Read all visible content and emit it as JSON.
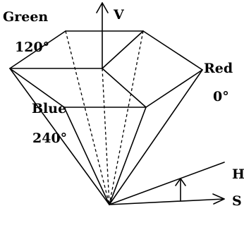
{
  "labels": {
    "green": "Green",
    "green_angle": "120°",
    "red": "Red",
    "red_angle": "0°",
    "blue": "Blue",
    "blue_angle": "240°",
    "v_axis": "V",
    "h_axis": "H",
    "s_axis": "S"
  }
}
